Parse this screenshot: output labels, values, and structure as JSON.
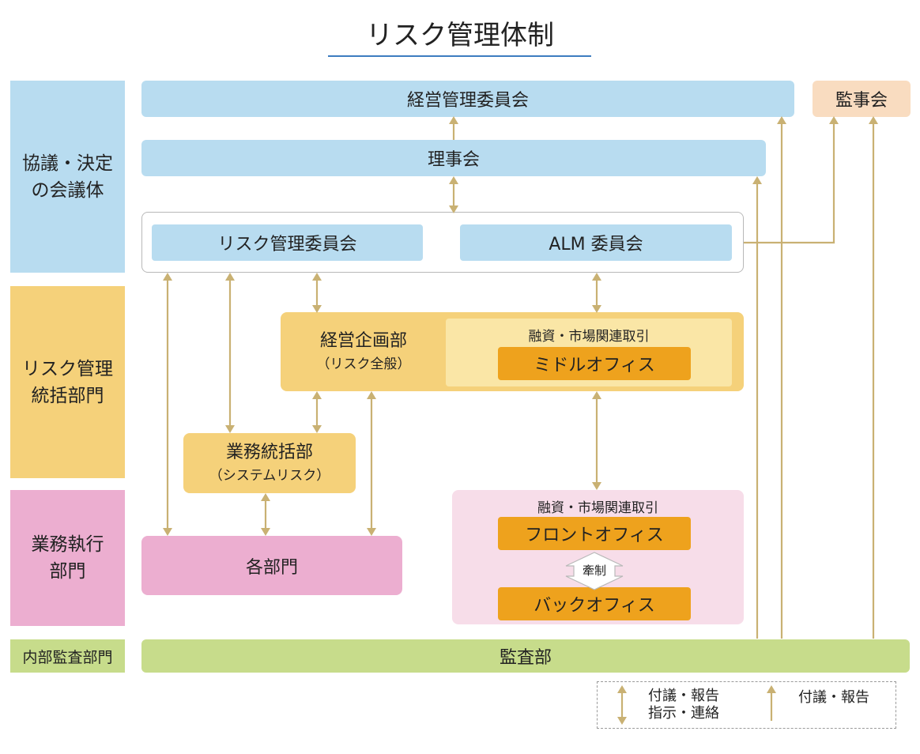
{
  "title": "リスク管理体制",
  "sections": {
    "decision": [
      "協議・決定",
      "の会議体"
    ],
    "risk_mgmt": [
      "リスク管理",
      "統括部門"
    ],
    "business": [
      "業務執行",
      "部門"
    ],
    "audit_dept": "内部監査部門"
  },
  "boxes": {
    "management_committee": "経営管理委員会",
    "auditors": "監事会",
    "board": "理事会",
    "risk_committee": "リスク管理委員会",
    "alm_committee": "ALM 委員会",
    "planning": "経営企画部",
    "planning_sub": "（リスク全般）",
    "middle_header": "融資・市場関連取引",
    "middle_office": "ミドルオフィス",
    "operations": "業務統括部",
    "operations_sub": "（システムリスク）",
    "front_header": "融資・市場関連取引",
    "front_office": "フロントオフィス",
    "check": "牽制",
    "back_office": "バックオフィス",
    "departments": "各部門",
    "audit": "監査部"
  },
  "legend": {
    "double": [
      "付議・報告",
      "指示・連絡"
    ],
    "single": "付議・報告"
  },
  "colors": {
    "blue": "#b8dcf0",
    "peach": "#f9dcc0",
    "yellow": "#f5d17a",
    "pink": "#ecaed0",
    "green": "#c7dc8b",
    "orange": "#eea21d",
    "arrow": "#c9b173"
  }
}
